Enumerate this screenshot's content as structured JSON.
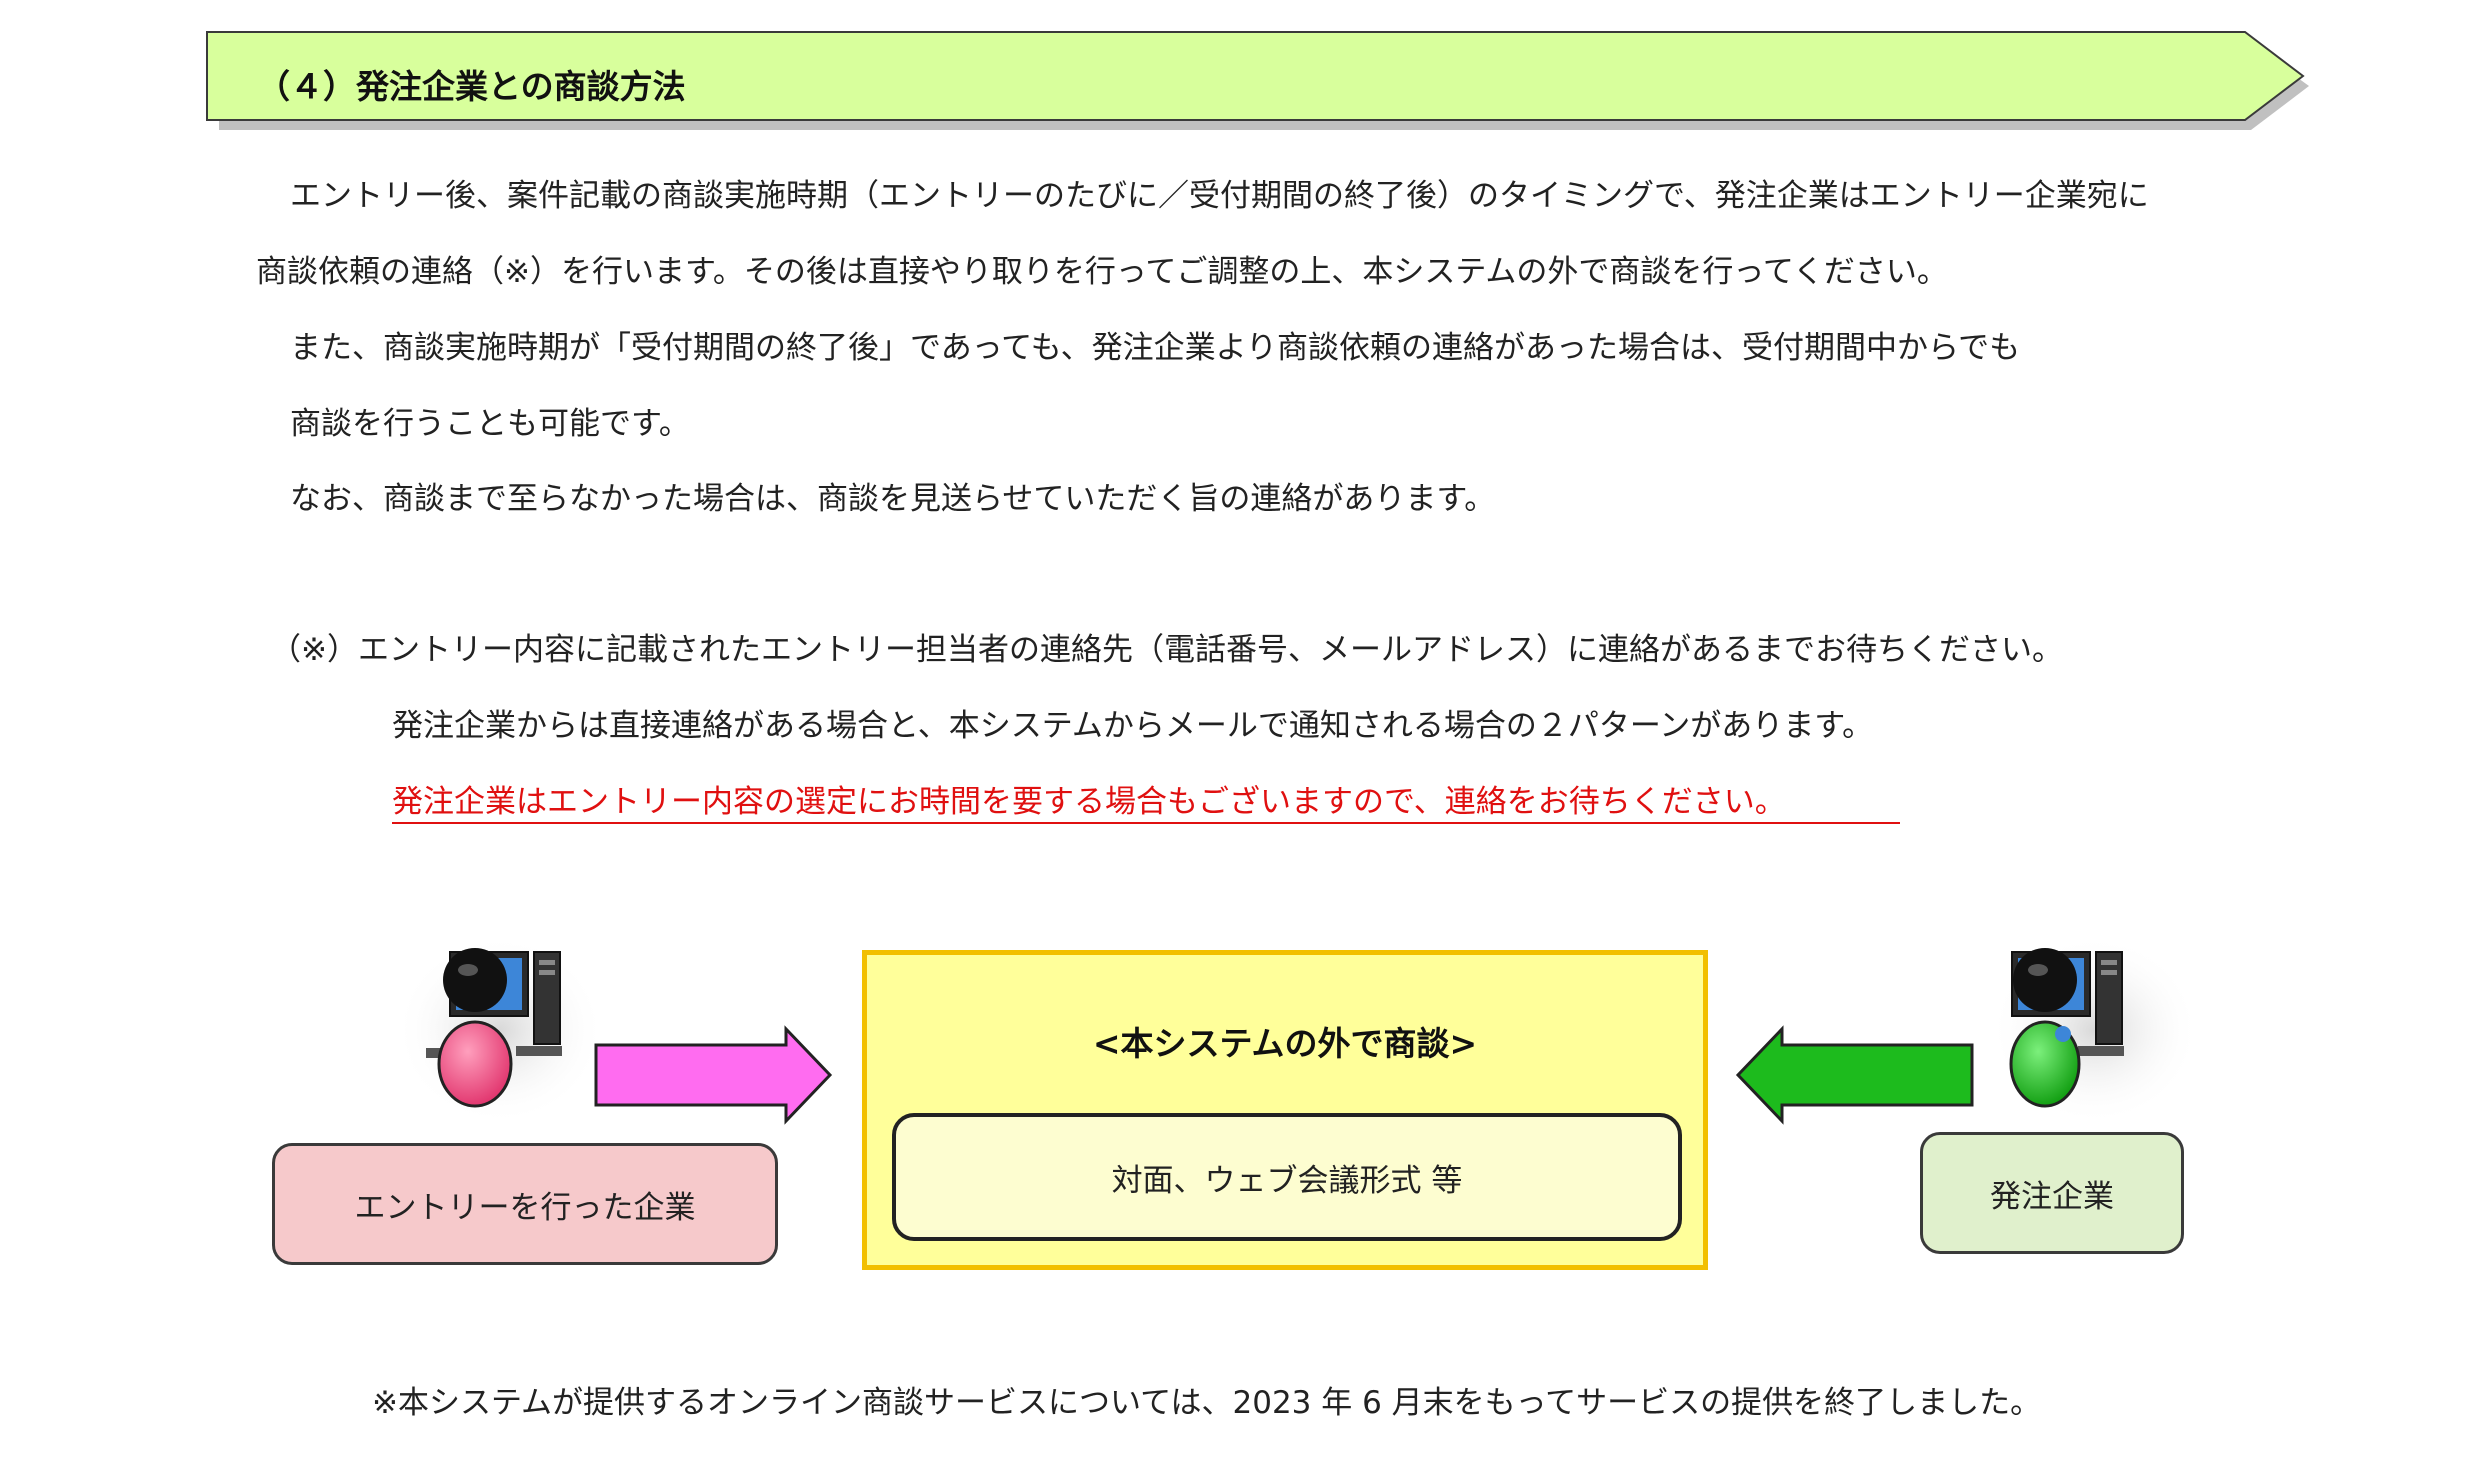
{
  "section": {
    "heading": "（４）発注企業との商談方法"
  },
  "paragraphs": [
    "エントリー後、案件記載の商談実施時期（エントリーのたびに／受付期間の終了後）のタイミングで、発注企業はエントリー企業宛に",
    "商談依頼の連絡（※）を行います。その後は直接やり取りを行ってご調整の上、本システムの外で商談を行ってください。",
    "また、商談実施時期が「受付期間の終了後」であっても、発注企業より商談依頼の連絡があった場合は、受付期間中からでも",
    "商談を行うことも可能です。",
    "なお、商談まで至らなかった場合は、商談を見送らせていただく旨の連絡があります。"
  ],
  "note": {
    "line1": "（※）エントリー内容に記載されたエントリー担当者の連絡先（電話番号、メールアドレス）に連絡があるまでお待ちください。",
    "line2": "発注企業からは直接連絡がある場合と、本システムからメールで通知される場合の２パターンがあります。",
    "warning": "発注企業はエントリー内容の選定にお時間を要する場合もございますので、連絡をお待ちください。"
  },
  "diagram": {
    "left_label": "エントリーを行った企業",
    "right_label": "発注企業",
    "center_title": "<本システムの外で商談>",
    "center_body": "対面、ウェブ会議形式 等"
  },
  "footer_note": "※本システムが提供するオンライン商談サービスについては、2023 年 6 月末をもってサービスの提供を終了しました。",
  "colors": {
    "heading_bg": "#d8ff9c",
    "warning": "#e01010",
    "left_box": "#f6c9cb",
    "right_box": "#e0f0cc",
    "center_bg": "#ffff9a",
    "center_border": "#f2bf00",
    "left_arrow": "#ff6cf0",
    "right_arrow": "#1dbb1d",
    "left_person": "#ff4f84",
    "right_person": "#14c814"
  },
  "icons": {
    "left_person": "person-at-computer-icon",
    "right_person": "person-at-computer-icon",
    "left_arrow": "arrow-right-icon",
    "right_arrow": "arrow-left-icon"
  }
}
